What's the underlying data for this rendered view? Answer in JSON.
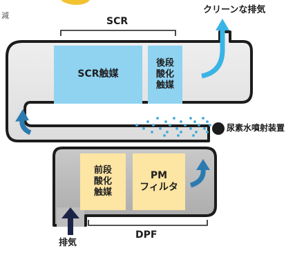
{
  "top_left_fragment": "減",
  "scr_section_label": "SCR",
  "dpf_section_label": "DPF",
  "clean_exhaust_label": "クリーンな排気",
  "urea_injector_label": "尿素水噴射装置",
  "exhaust_inlet_label": "排気",
  "components": {
    "scr_catalyst": "SCR触媒",
    "rear_oxidation_catalyst": [
      "後段",
      "酸化",
      "触媒"
    ],
    "front_oxidation_catalyst": [
      "前段",
      "酸化",
      "触媒"
    ],
    "pm_filter": [
      "PM",
      "フィルタ"
    ]
  },
  "colors": {
    "scr_block": "#8fd3f1",
    "dpf_block": "#fde5a3",
    "duct_fill": "#e6e6e6",
    "duct_outline": "#1c1c1c",
    "lower_chamber": "#b8b8b8",
    "clean_arrow": "#3ab4e6",
    "flow_arrow": "#2c7bb0",
    "inlet_arrow": "#1b2447",
    "spray_dots": "#3fa9dc"
  }
}
